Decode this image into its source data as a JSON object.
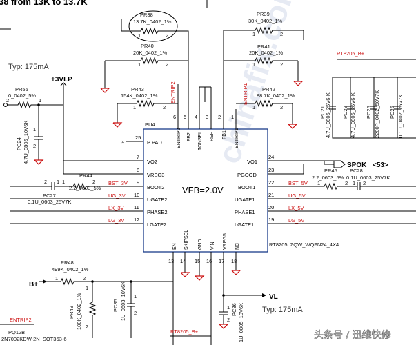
{
  "header_fragment": "38 from 13K to 13.7K",
  "ic": {
    "ref": "PU4",
    "center_text": "VFB=2.0V",
    "part": "RT8205LZQW_WQFN24_4X4",
    "left_pins": [
      {
        "num": "25",
        "name": "P PAD"
      },
      {
        "num": "7",
        "name": "VO2"
      },
      {
        "num": "8",
        "name": "VREG3"
      },
      {
        "num": "9",
        "name": "BOOT2"
      },
      {
        "num": "10",
        "name": "UGATE2"
      },
      {
        "num": "11",
        "name": "PHASE2"
      },
      {
        "num": "12",
        "name": "LGATE2"
      }
    ],
    "right_pins": [
      {
        "num": "24",
        "name": "VO1"
      },
      {
        "num": "23",
        "name": "PGOOD"
      },
      {
        "num": "22",
        "name": "BOOT1"
      },
      {
        "num": "21",
        "name": "UGATE1"
      },
      {
        "num": "20",
        "name": "PHASE1"
      },
      {
        "num": "19",
        "name": "LGATE1"
      }
    ],
    "top_pins": [
      {
        "num": "6",
        "name": "ENTRIP2"
      },
      {
        "num": "5",
        "name": "FB2"
      },
      {
        "num": "4",
        "name": "TONSEL"
      },
      {
        "num": "3",
        "name": "REF"
      },
      {
        "num": "2",
        "name": "FB1"
      },
      {
        "num": "1",
        "name": "ENTRIP1"
      }
    ],
    "bottom_pins": [
      {
        "num": "13",
        "name": "EN"
      },
      {
        "num": "14",
        "name": "SKIPSEL"
      },
      {
        "num": "15",
        "name": "GND"
      },
      {
        "num": "16",
        "name": "VIN"
      },
      {
        "num": "17",
        "name": "VREG5"
      },
      {
        "num": "18",
        "name": "NC"
      }
    ]
  },
  "components": {
    "pr38": {
      "ref": "PR38",
      "value": "13.7K_0402_1%",
      "p1": "1",
      "p2": "2"
    },
    "pr40": {
      "ref": "PR40",
      "value": "20K_0402_1%",
      "p1": "1",
      "p2": "2"
    },
    "pr43": {
      "ref": "PR43",
      "value": "154K_0402_1%",
      "p1": "1",
      "p2": "2"
    },
    "pr39": {
      "ref": "PR39",
      "value": "30K_0402_1%",
      "p1": "1",
      "p2": "2"
    },
    "pr41": {
      "ref": "PR41",
      "value": "20K_0402_1%",
      "p1": "1",
      "p2": "2"
    },
    "pr42": {
      "ref": "PR42",
      "value": "88.7K_0402_1%",
      "p1": "1",
      "p2": "2"
    },
    "pr55": {
      "ref": "PR55",
      "value": "0_0402_5%",
      "p1": "2",
      "p2": "1"
    },
    "pc24": {
      "ref": "PC24",
      "value": "4.7U_0805_10V6K",
      "p1": "1",
      "p2": "2"
    },
    "pr44": {
      "ref": "PR44",
      "value": "2.2_0603_5%",
      "p1": "1",
      "p2": "2"
    },
    "pc27": {
      "ref": "PC27",
      "value": "0.1U_0603_25V7K",
      "p1": "2",
      "p2": "1"
    },
    "pr45": {
      "ref": "PR45",
      "value": "2.2_0603_5%",
      "p1": "1",
      "p2": "2"
    },
    "pc28": {
      "ref": "PC28",
      "value": "0.1U_0603_25V7K",
      "p1": "1",
      "p2": "2"
    },
    "pr48": {
      "ref": "PR48",
      "value": "499K_0402_1%",
      "p1": "1",
      "p2": "2"
    },
    "pr49": {
      "ref": "PR49",
      "value": "100K_0402_1%",
      "p1": "1",
      "p2": "2"
    },
    "pc35": {
      "ref": "PC35",
      "value": "1U_0603_10V6K",
      "p1": "1",
      "p2": "2"
    },
    "pc36": {
      "ref": "PC36",
      "value": "1U_0805_10V6K",
      "p1": "1",
      "p2": "2"
    },
    "pc21": {
      "ref": "PC21",
      "value": "4.7U_0805_25V6-K"
    },
    "pc23": {
      "ref": "PC23",
      "value": "4.7U_0805_25V6-K"
    },
    "pc25": {
      "ref": "PC25",
      "value": "2200P_0402_50V7K"
    },
    "pc26": {
      "ref": "PC26",
      "value": "0.1U_0402_25V7K"
    },
    "pq12b": {
      "ref": "PQ12B",
      "value": "2N7002KDW-2N_SOT363-6"
    }
  },
  "nets": {
    "entrip2": "ENTRIP2",
    "entrip1": "ENTRIP1",
    "vcc3": "+3VLP",
    "bplus": "B+",
    "vl": "VL",
    "rt8205_bplus": "RT8205_B+",
    "bst_3v": "BST_3V",
    "ug_3v": "UG_3V",
    "lx_3v": "LX_3V",
    "lg_3v": "LG_3V",
    "bst_5v": "BST_5V",
    "ug_5v": "UG_5V",
    "lx_5v": "LX_5V",
    "lg_5v": "LG_5V",
    "spok": "SPOK",
    "spok_page": "<53>",
    "typ_left": "Typ: 175mA",
    "typ_bottom": "Typ: 175mA"
  },
  "watermark": {
    "text": "chinafix.com",
    "footer": "头条号 / 迅维快修"
  }
}
